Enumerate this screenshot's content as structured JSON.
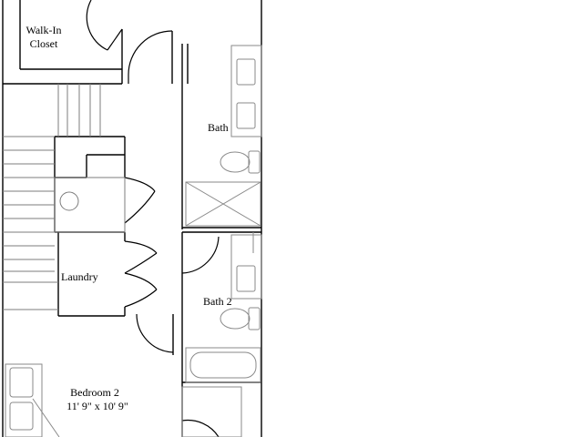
{
  "rooms": {
    "walk_in_closet": [
      "Walk-In",
      "Closet"
    ],
    "bath": "Bath",
    "laundry": "Laundry",
    "bath_2": "Bath 2",
    "bedroom_2": {
      "name": "Bedroom 2",
      "dimensions": "11' 9\" x 10' 9\""
    }
  },
  "colors": {
    "wall": "#000000",
    "fixture": "#8a8a8a",
    "background": "#ffffff"
  }
}
